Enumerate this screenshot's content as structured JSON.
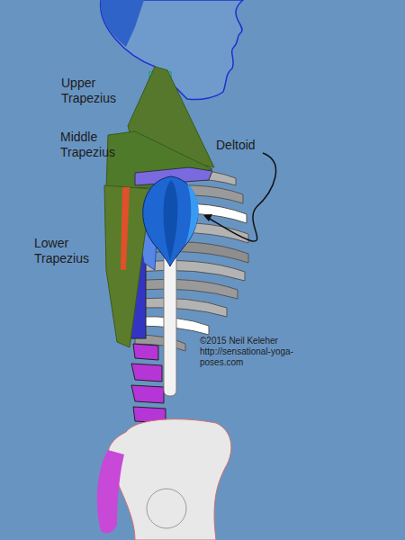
{
  "diagram": {
    "labels": [
      "Upper Trapezius",
      "Middle Trapezius",
      "Deltoid",
      "Lower Trapezius",
      "©2015 Neil Keleher",
      "http://sensational-yoga-poses.com"
    ]
  }
}
